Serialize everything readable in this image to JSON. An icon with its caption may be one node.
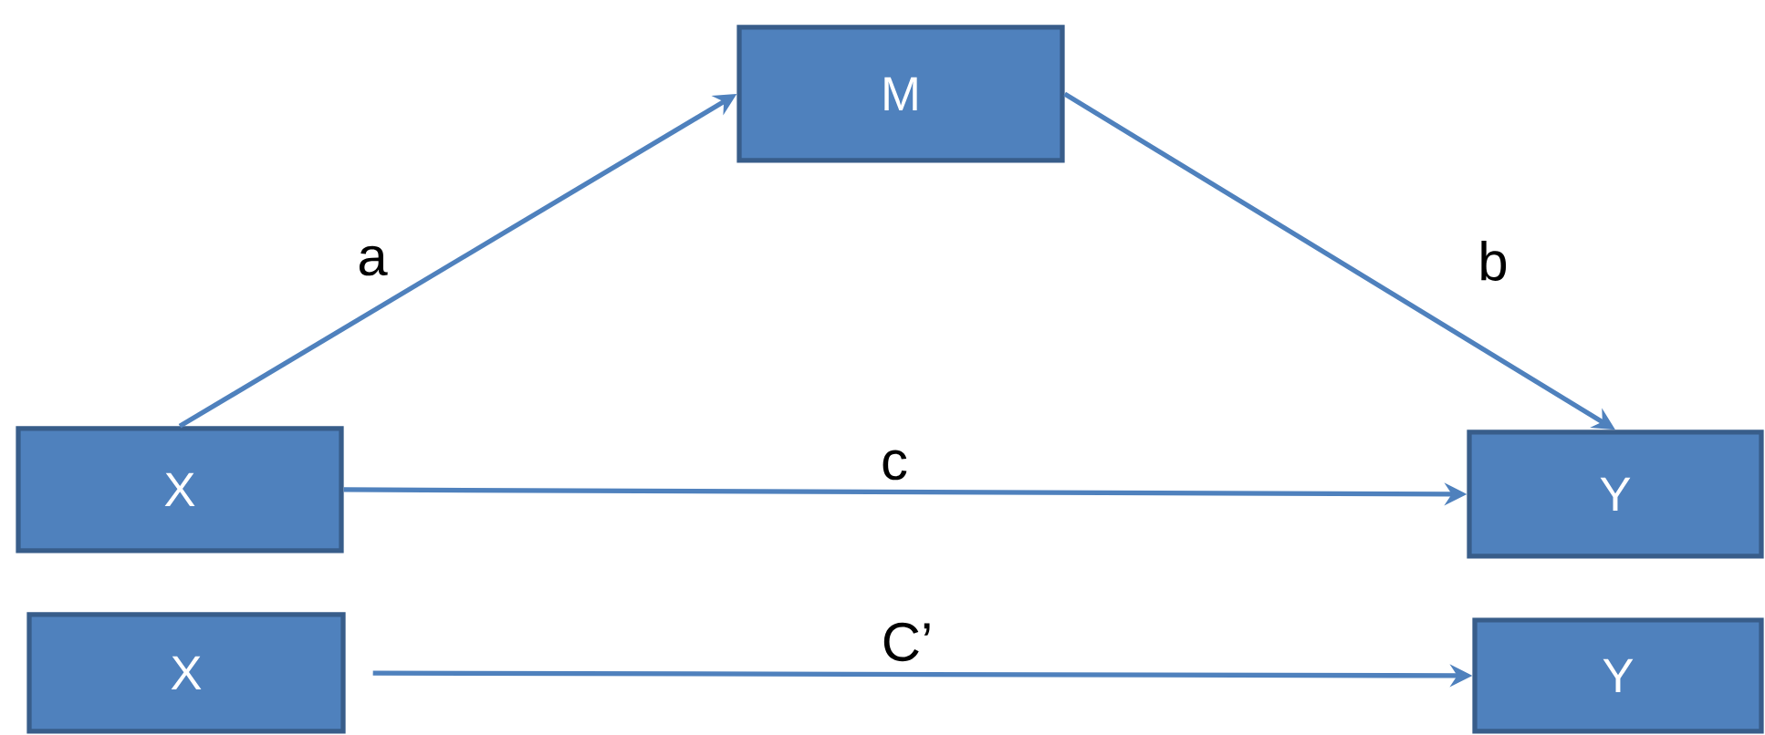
{
  "diagram": {
    "nodes": [
      {
        "text": [
          "M"
        ]
      },
      {
        "text": [
          "X"
        ]
      },
      {
        "text": [
          "Y"
        ]
      },
      {
        "text": [
          "X"
        ]
      },
      {
        "text": [
          "Y"
        ]
      }
    ],
    "edges": [
      {
        "from": 1,
        "to": 0,
        "arrow": "to",
        "label": "a"
      },
      {
        "from": 0,
        "to": 2,
        "arrow": "to",
        "label": "b"
      },
      {
        "from": 1,
        "to": 2,
        "arrow": "to",
        "label": "c"
      },
      {
        "from": 3,
        "to": 4,
        "arrow": "to",
        "label": "C’"
      }
    ]
  }
}
